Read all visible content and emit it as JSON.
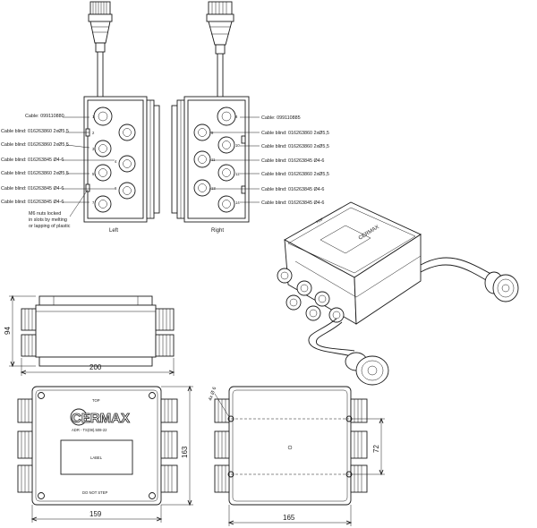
{
  "left_callouts": [
    "Cable: 099110880",
    "Cable blind: 016263860 2xØ5,5",
    "Cable blind: 016263860 2xØ5,5",
    "Cable blind: 016263845 Ø4-6",
    "Cable blind: 016263860 2xØ5,5",
    "Cable blind: 016263845 Ø4-6",
    "Cable blind: 016263845 Ø4-6"
  ],
  "right_callouts": [
    "Cable: 099110885",
    "Cable blind: 016263860 2xØ5,5",
    "Cable blind: 016263860 2xØ5,5",
    "Cable blind: 016263845 Ø4-6",
    "Cable blind: 016263860 2xØ5,5",
    "Cable blind: 016263845 Ø4-6",
    "Cable blind: 016263845 Ø4-6"
  ],
  "left_numbers": [
    "1",
    "2",
    "3",
    "4",
    "5",
    "6",
    "7"
  ],
  "right_numbers": [
    "8",
    "9",
    "10",
    "11",
    "12",
    "13",
    "14"
  ],
  "note_lines": [
    "M6 nuts locked",
    "in slots by melting",
    "or lapping of plastic"
  ],
  "view_left": "Left",
  "view_right": "Right",
  "dimensions": {
    "height_front": "94",
    "width_front": "200",
    "height_top": "163",
    "width_top": "159",
    "width_back": "165",
    "hole_spacing": "72",
    "holes": "4x Ø 6"
  },
  "lid": {
    "logo": "CERMAX",
    "model": "ADR - TS(08).508-22",
    "top_label": "TOP",
    "label_text": "LABEL",
    "bottom_label": "DO NOT STEP"
  }
}
